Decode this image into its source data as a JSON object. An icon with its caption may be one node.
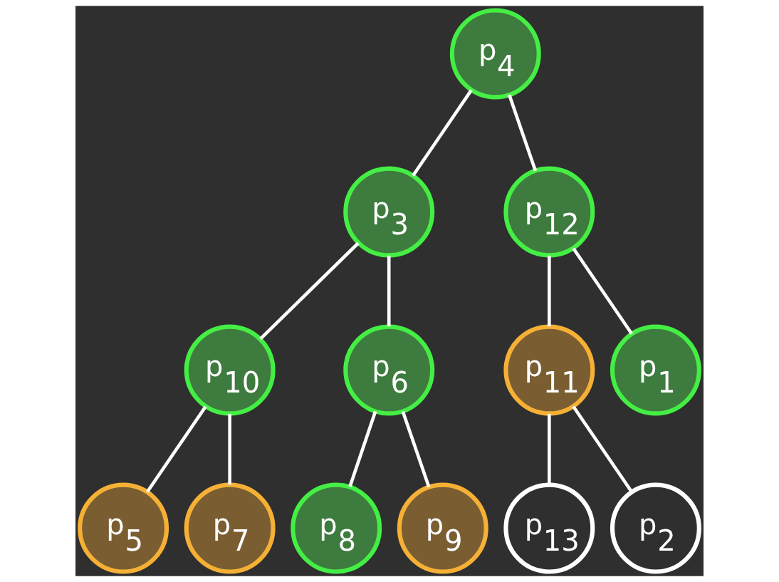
{
  "diagram": {
    "nodes": [
      {
        "text": [
          "p$_{4}$"
        ]
      },
      {
        "text": [
          "p$_{3}$"
        ]
      },
      {
        "text": [
          "p$_{12}$"
        ]
      },
      {
        "text": [
          "p$_{10}$"
        ]
      },
      {
        "text": [
          "p$_{6}$"
        ]
      },
      {
        "text": [
          "p$_{11}$"
        ]
      },
      {
        "text": [
          "p$_{1}$"
        ]
      },
      {
        "text": [
          "p$_{5}$"
        ]
      },
      {
        "text": [
          "p$_{7}$"
        ]
      },
      {
        "text": [
          "p$_{8}$"
        ]
      },
      {
        "text": [
          "p$_{9}$"
        ]
      },
      {
        "text": [
          "p$_{13}$"
        ]
      },
      {
        "text": [
          "p$_{2}$"
        ]
      }
    ],
    "edges": [
      {
        "from": 0,
        "to": 1,
        "arrow": "none"
      },
      {
        "from": 0,
        "to": 2,
        "arrow": "none"
      },
      {
        "from": 1,
        "to": 3,
        "arrow": "none"
      },
      {
        "from": 1,
        "to": 4,
        "arrow": "none"
      },
      {
        "from": 2,
        "to": 5,
        "arrow": "none"
      },
      {
        "from": 2,
        "to": 6,
        "arrow": "none"
      },
      {
        "from": 3,
        "to": 7,
        "arrow": "none"
      },
      {
        "from": 3,
        "to": 8,
        "arrow": "none"
      },
      {
        "from": 4,
        "to": 9,
        "arrow": "none"
      },
      {
        "from": 4,
        "to": 10,
        "arrow": "none"
      },
      {
        "from": 5,
        "to": 11,
        "arrow": "none"
      },
      {
        "from": 5,
        "to": 12,
        "arrow": "none"
      }
    ]
  }
}
